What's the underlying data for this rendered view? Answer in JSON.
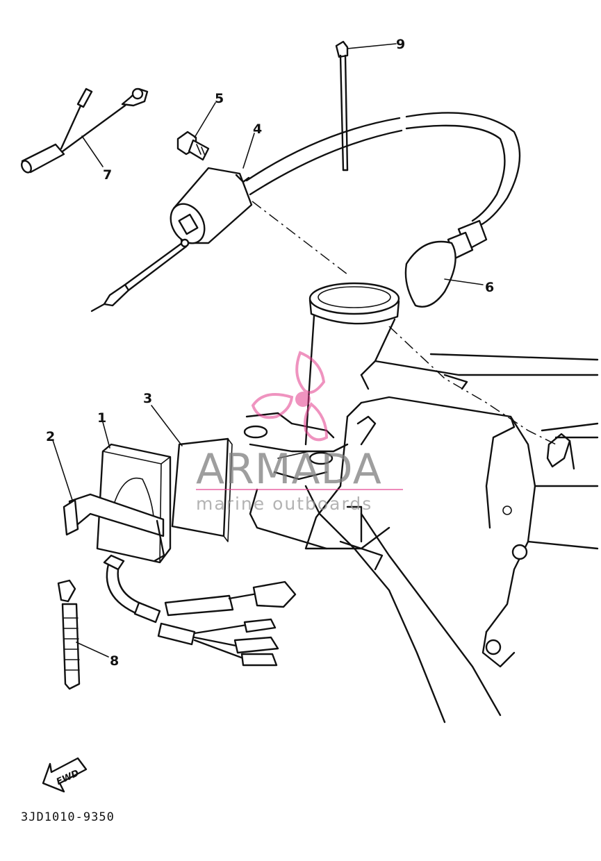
{
  "callouts": [
    {
      "id": "1",
      "label": "1"
    },
    {
      "id": "2",
      "label": "2"
    },
    {
      "id": "3",
      "label": "3"
    },
    {
      "id": "4",
      "label": "4"
    },
    {
      "id": "5",
      "label": "5"
    },
    {
      "id": "6",
      "label": "6"
    },
    {
      "id": "7",
      "label": "7"
    },
    {
      "id": "8",
      "label": "8"
    },
    {
      "id": "9",
      "label": "9"
    }
  ],
  "fwd_label": "FWD",
  "diagram_code": "3JD1010-9350",
  "watermark": {
    "brand": "ARMADA",
    "tagline": "marine outboards",
    "color": "#e23c8c"
  }
}
